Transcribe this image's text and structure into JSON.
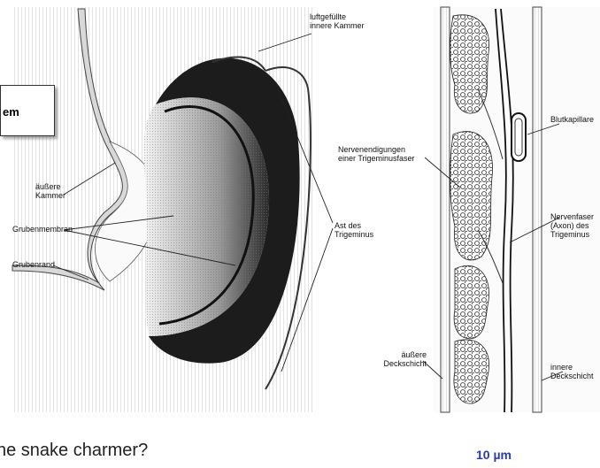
{
  "callout": {
    "text": "em"
  },
  "pit_organ": {
    "labels": {
      "inner_chamber": "luftgefüllte\ninnere Kammer",
      "outer_chamber": "äußere\nKammer",
      "pit_membrane": "Grubenmembran",
      "pit_rim": "Grubenrand",
      "trigeminal_branch": "Ast des\nTrigeminus"
    }
  },
  "membrane_section": {
    "labels": {
      "nerve_endings": "Nervenendigungen\neiner Trigeminusfaser",
      "blood_capillary": "Blutkapillare",
      "nerve_fiber": "Nervenfaser\n(Axon) des\nTrigeminus",
      "outer_cover_layer": "äußere\nDeckschicht",
      "inner_cover_layer": "innere\nDeckschicht"
    }
  },
  "scale_bar": {
    "label": "10 µm"
  },
  "bottom_text": "he snake charmer?",
  "colors": {
    "scale_text": "#2a3aa8",
    "ink": "#111111"
  }
}
